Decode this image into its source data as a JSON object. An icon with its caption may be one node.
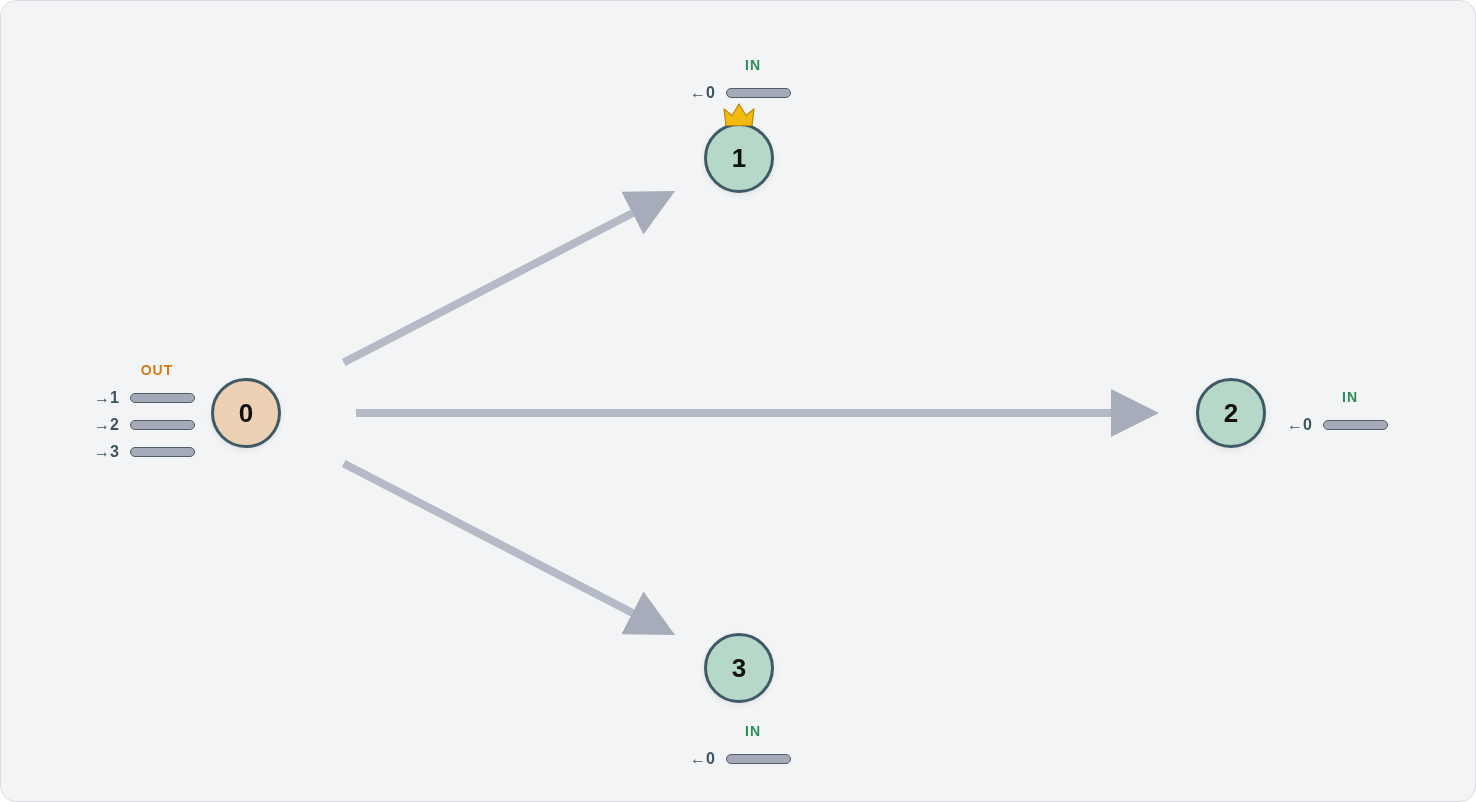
{
  "diagram": {
    "nodes": [
      {
        "text": [
          "0"
        ],
        "beside": [
          "OUT",
          "→1",
          "→2",
          "→3"
        ]
      },
      {
        "text": [
          "1"
        ],
        "beside": [
          "IN",
          "←0"
        ]
      },
      {
        "text": [
          "2"
        ],
        "beside": [
          "IN",
          "←0"
        ]
      },
      {
        "text": [
          "3"
        ],
        "beside": [
          "IN",
          "←0"
        ]
      }
    ],
    "edges": [
      {
        "from": 0,
        "to": 1,
        "arrow": "to"
      },
      {
        "from": 0,
        "to": 2,
        "arrow": "to"
      },
      {
        "from": 0,
        "to": 3,
        "arrow": "to"
      }
    ]
  }
}
